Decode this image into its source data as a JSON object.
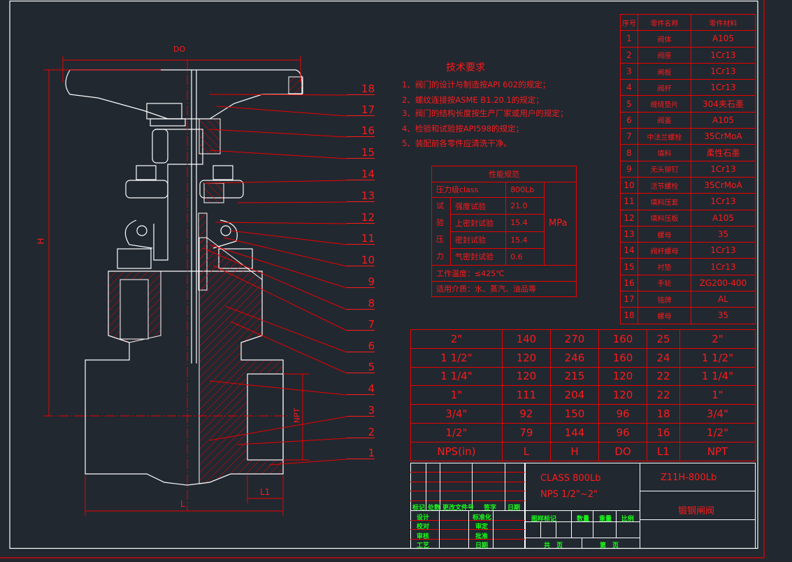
{
  "drawing": {
    "dimension_labels": {
      "DO": "DO",
      "H": "H",
      "L": "L",
      "L1": "L1",
      "NPT": "NPT"
    },
    "balloons": [
      "1",
      "2",
      "3",
      "4",
      "5",
      "6",
      "7",
      "8",
      "9",
      "10",
      "11",
      "12",
      "13",
      "14",
      "15",
      "16",
      "17",
      "18"
    ]
  },
  "tech_requirements": {
    "title": "技术要求",
    "items": [
      "1、阀门的设计与制造按API 602的规定；",
      "2、螺纹连接按ASME B1.20.1的规定；",
      "3、阀门的结构长度按生产厂家或用户的规定；",
      "4、检验和试验按API598的规定；",
      "5、装配前各零件应清洗干净。"
    ]
  },
  "performance": {
    "title": "性能规范",
    "class_label": "压力级class",
    "class_value": "800Lb",
    "test_label": [
      "试",
      "验",
      "压",
      "力"
    ],
    "tests": [
      {
        "name": "强度试验",
        "value": "21.0"
      },
      {
        "name": "上密封试验",
        "value": "15.4"
      },
      {
        "name": "密封试验",
        "value": "15.4"
      },
      {
        "name": "气密封试验",
        "value": "0.6"
      }
    ],
    "unit": "MPa",
    "temperature": "工作温度：≤425℃",
    "media": "适用介质：水、蒸汽、油品等"
  },
  "parts_list": {
    "headers": [
      "序号",
      "零件名称",
      "零件材料"
    ],
    "rows": [
      [
        "1",
        "阀体",
        "A105"
      ],
      [
        "2",
        "阀座",
        "1Cr13"
      ],
      [
        "3",
        "闸板",
        "1Cr13"
      ],
      [
        "4",
        "阀杆",
        "1Cr13"
      ],
      [
        "5",
        "缠绕垫片",
        "304夹石墨"
      ],
      [
        "6",
        "阀盖",
        "A105"
      ],
      [
        "7",
        "中法兰螺栓",
        "35CrMoA"
      ],
      [
        "8",
        "填料",
        "柔性石墨"
      ],
      [
        "9",
        "无头铆钉",
        "1Cr13"
      ],
      [
        "10",
        "活节螺栓",
        "35CrMoA"
      ],
      [
        "11",
        "填料压套",
        "1Cr13"
      ],
      [
        "12",
        "填料压板",
        "A105"
      ],
      [
        "13",
        "螺母",
        "35"
      ],
      [
        "14",
        "阀杆螺母",
        "1Cr13"
      ],
      [
        "15",
        "衬垫",
        "1Cr13"
      ],
      [
        "16",
        "手轮",
        "ZG200-400"
      ],
      [
        "17",
        "铭牌",
        "AL"
      ],
      [
        "18",
        "螺母",
        "35"
      ]
    ]
  },
  "dimension_table": {
    "headers": [
      "NPS(in)",
      "L",
      "H",
      "DO",
      "L1",
      "NPT"
    ],
    "rows": [
      [
        "2\"",
        "140",
        "270",
        "160",
        "25",
        "2\""
      ],
      [
        "1 1/2\"",
        "120",
        "246",
        "160",
        "24",
        "1 1/2\""
      ],
      [
        "1 1/4\"",
        "120",
        "215",
        "120",
        "22",
        "1 1/4\""
      ],
      [
        "1\"",
        "111",
        "204",
        "120",
        "22",
        "1\""
      ],
      [
        "3/4\"",
        "92",
        "150",
        "96",
        "18",
        "3/4\""
      ],
      [
        "1/2\"",
        "79",
        "144",
        "96",
        "16",
        "1/2\""
      ]
    ]
  },
  "title_block": {
    "revision_labels": [
      "标记",
      "处数",
      "更改文件号",
      "签字",
      "日期"
    ],
    "sign_left": [
      "设计",
      "校对",
      "审核",
      "工艺"
    ],
    "sign_right": [
      "标准化",
      "审定",
      "批准",
      "日期"
    ],
    "class_text": "CLASS 800Lb",
    "nps_text": "NPS 1/2\"~2\"",
    "model": "Z11H-800Lb",
    "name": "锻钢闸阀",
    "meta_labels": [
      "图样标记",
      "数量",
      "重量",
      "比例"
    ],
    "total_pages": "共　页",
    "page": "第　页"
  },
  "colors": {
    "background": "#212830",
    "annotation": "#ff1a1a",
    "outline": "#ffffff",
    "title_labels": "#19ff19"
  }
}
